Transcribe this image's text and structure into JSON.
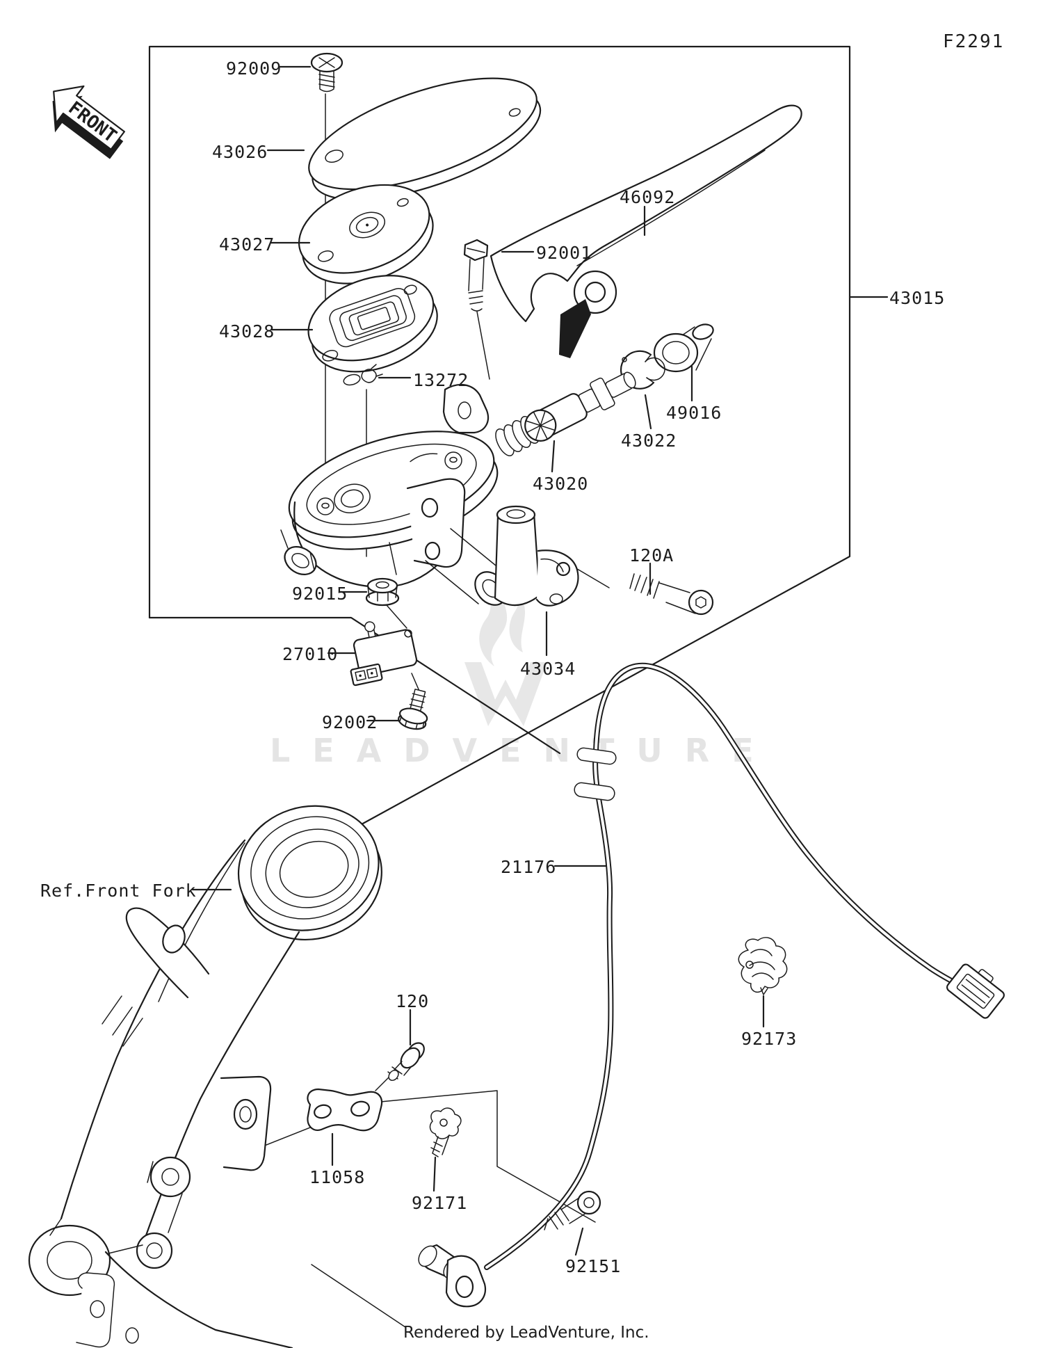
{
  "page": {
    "figure_code": "F2291",
    "front_marker": "FRONT"
  },
  "watermark": {
    "logo_text": "LEADVENTURE",
    "credit": "Rendered by LeadVenture, Inc."
  },
  "assembly": {
    "box_label": "43015",
    "reference_label": "Ref.Front Fork"
  },
  "labels": {
    "92009": "92009",
    "43026": "43026",
    "43027": "43027",
    "43028": "43028",
    "13272": "13272",
    "92001": "92001",
    "46092": "46092",
    "49016": "49016",
    "43022": "43022",
    "43020": "43020",
    "92015": "92015",
    "27010": "27010",
    "92002": "92002",
    "43034": "43034",
    "120A": "120A",
    "21176": "21176",
    "92173": "92173",
    "120": "120",
    "11058": "11058",
    "92171": "92171",
    "92151": "92151"
  }
}
